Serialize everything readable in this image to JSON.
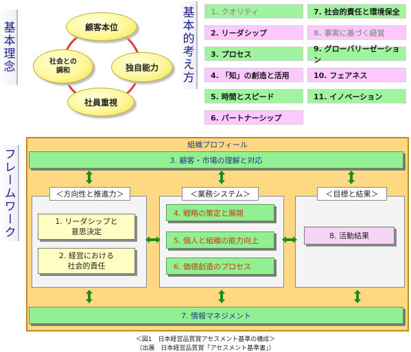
{
  "philosophy": {
    "label": "基本理念",
    "ellipses": {
      "top": "顧客本位",
      "left": "社会との\n調和",
      "right": "独自能力",
      "bottom": "社員重視"
    }
  },
  "concepts": {
    "label": "基本的考え方",
    "left_column": [
      {
        "text": "1. クオリティ",
        "color": "green",
        "tone": "dim"
      },
      {
        "text": "2. リーダシップ",
        "color": "pink",
        "tone": "dark"
      },
      {
        "text": "3. プロセス",
        "color": "green",
        "tone": "dark"
      },
      {
        "text": "4. 「知」の創造と活用",
        "color": "pink",
        "tone": "dark"
      },
      {
        "text": "5. 時間とスピード",
        "color": "green",
        "tone": "dark"
      },
      {
        "text": "6. パートナーシップ",
        "color": "pink",
        "tone": "dark"
      }
    ],
    "right_column": [
      {
        "text": "7. 社会的責任と環境保全",
        "color": "green",
        "tone": "dark"
      },
      {
        "text": "8. 事実に基づく経営",
        "color": "pink",
        "tone": "dim"
      },
      {
        "text": "9. グローバリーゼーション",
        "color": "green",
        "tone": "dark"
      },
      {
        "text": "10. フェアネス",
        "color": "pink",
        "tone": "dark"
      },
      {
        "text": "11. イノベーション",
        "color": "green",
        "tone": "dark"
      }
    ]
  },
  "framework": {
    "label": "フレームワーク",
    "profile": "組織プロフィール",
    "customer_bar": "3. 顧客・市場の理解と対応",
    "info_bar": "7. 情報マネジメント",
    "panels": {
      "direction": {
        "header": "＜方向性と推進力＞",
        "items": [
          "1. リーダシップと\n意思決定",
          "2. 経営における\n社会的責任"
        ]
      },
      "business": {
        "header": "＜業務システム＞",
        "items": [
          "4. 戦略の策定と展開",
          "5. 個人と組織の能力向上",
          "6. 価値創造のプロセス"
        ]
      },
      "results": {
        "header": "＜目標と結果＞",
        "items": [
          "8. 活動結果"
        ]
      }
    }
  },
  "caption": {
    "line1": "＜図1　日本経営品質賞アセスメント基準の構成＞",
    "line2": "（出展　日本経営品質賞「アセスメント基準書」）"
  },
  "colors": {
    "frame_fill": "#ffd884",
    "green": "#92f092",
    "pink": "#ffc9ff",
    "ellipse": "#fff79a",
    "arrow": "#1f8a1f",
    "ring": "#e23a2a"
  }
}
